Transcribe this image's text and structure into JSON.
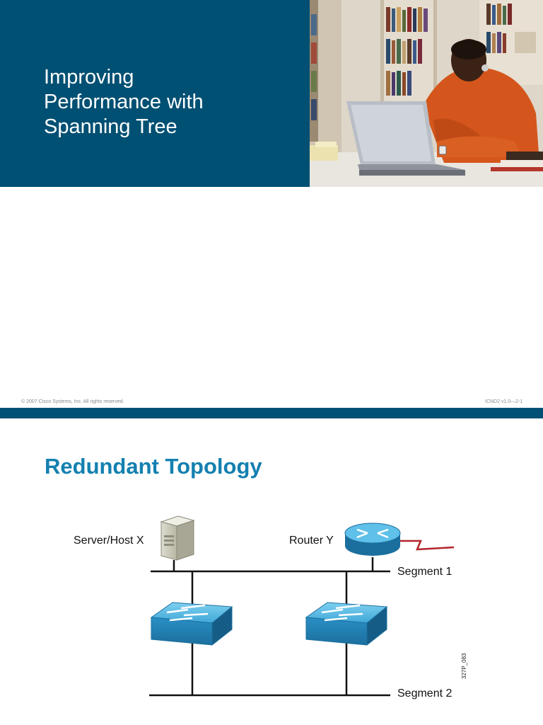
{
  "slide1": {
    "title_lines": [
      "Improving",
      "Performance with",
      "Spanning Tree"
    ],
    "footer_left": "© 2007 Cisco Systems, Inc. All rights reserved.",
    "footer_right": "ICND2 v1.0—2-1",
    "banner_color": "#005073"
  },
  "slide2": {
    "title": "Redundant Topology",
    "title_color": "#1480b0",
    "labels": {
      "server": "Server/Host X",
      "router": "Router Y",
      "segment1": "Segment 1",
      "segment2": "Segment 2"
    },
    "side_code": "327P_083",
    "icons": [
      "server-icon",
      "router-icon",
      "switch-icon",
      "switch-icon"
    ],
    "wan_link_color": "#b3252a"
  }
}
